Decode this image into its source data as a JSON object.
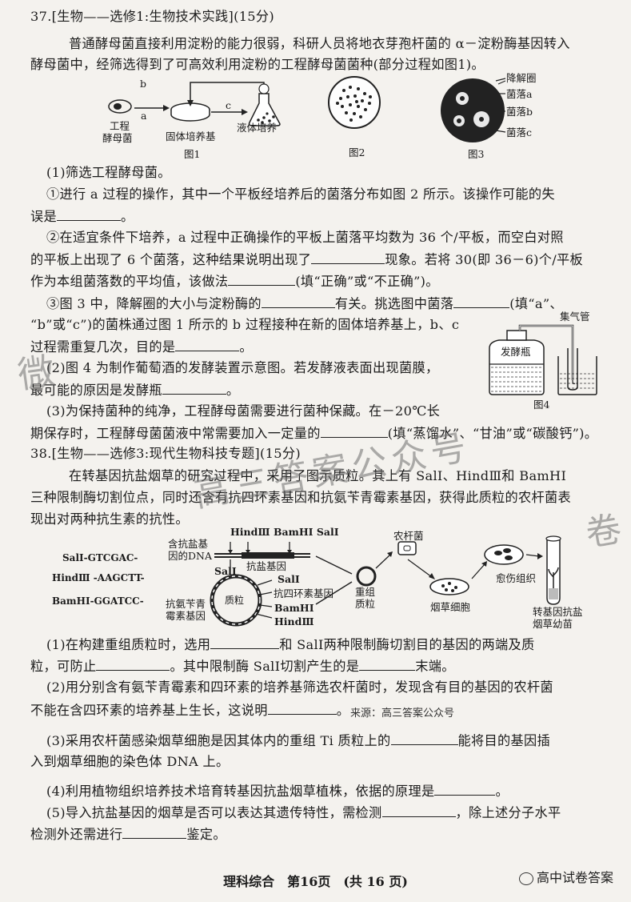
{
  "q37": {
    "heading": "37.[生物——选修1:生物技术实践](15分)",
    "intro1": "普通酵母菌直接利用淀粉的能力很弱，科研人员将地衣芽孢杆菌的 α－淀粉酶基因转入",
    "intro2": "酵母菌中，经筛选得到了可高效利用淀粉的工程酵母菌菌种(部分过程如图1)。",
    "fig1": {
      "label_a": "a",
      "label_b": "b",
      "label_c": "c",
      "yeast": "工程\n酵母菌",
      "yeast1": "工程",
      "yeast2": "酵母菌",
      "solid": "固体培养基",
      "liquid": "液体培养",
      "caption": "图1"
    },
    "fig2": {
      "caption": "图2"
    },
    "fig3": {
      "caption": "图3",
      "label_ring": "降解圈",
      "label_a": "菌落a",
      "label_b": "菌落b",
      "label_c": "菌落c"
    },
    "p1": "(1)筛选工程酵母菌。",
    "p1_1a": "①进行 a 过程的操作，其中一个平板经培养后的菌落分布如图 2 所示。该操作可能的失",
    "p1_1b": "误是",
    "p1_1b_end": "。",
    "p1_2a": "②在适宜条件下培养，a 过程中正确操作的平板上菌落平均数为 36 个/平板，而空白对照",
    "p1_2b_pre": "的平板上出现了 6 个菌落，这种结果说明出现了",
    "p1_2b_post": "现象。若将 30(即 36－6)个/平板",
    "p1_2c_pre": "作为本组菌落数的平均值，该做法",
    "p1_2c_post": "(填“正确”或“不正确”)。",
    "p1_3a_pre": "③图 3 中，降解圈的大小与淀粉酶的",
    "p1_3a_mid": "有关。挑选图中菌落",
    "p1_3a_post": "(填“a”、",
    "p1_3b": "“b”或“c”)的菌株通过图 1 所示的 b 过程接种在新的固体培养基上，b、c",
    "p1_3c_pre": "过程需重复几次，目的是",
    "p1_3c_post": "。",
    "p2a": "(2)图 4 为制作葡萄酒的发酵装置示意图。若发酵液表面出现菌膜，",
    "p2b_pre": "最可能的原因是发酵瓶",
    "p2b_post": "。",
    "p3a": "(3)为保持菌种的纯净，工程酵母菌需要进行菌种保藏。在－20℃长",
    "p3b_pre": "期保存时，工程酵母菌菌液中常需要加入一定量的",
    "p3b_post": "(填“蒸馏水”、“甘油”或“碳酸钙”)。",
    "fig4": {
      "caption": "图4",
      "label_bottle": "发酵瓶",
      "label_tube": "集气管"
    }
  },
  "q38": {
    "heading": "38.[生物——选修3:现代生物科技专题](15分)",
    "intro1": "在转基因抗盐烟草的研究过程中，采用了图示质粒。其上有 SalⅠ、HindⅢ和 BamHⅠ",
    "intro2": "三种限制酶切割位点，同时还含有抗四环素基因和抗氨苄青霉素基因，获得此质粒的农杆菌表",
    "intro3": "现出对两种抗生素的抗性。",
    "fig": {
      "sal_seq": "SalⅠ-GTCGAC-",
      "hind_seq": "HindⅢ -AAGCTT-",
      "bam_seq": "BamHⅠ-GGATCC-",
      "dna_label1": "含抗盐基",
      "dna_label2": "因的DNA",
      "top_sites": "HindⅢ BamHⅠ SalⅠ",
      "salt_gene": "抗盐基因",
      "sal_left": "SalⅠ",
      "plasmid": "质粒",
      "site_sal": "SalⅠ",
      "tet_gene": "抗四环素基因",
      "site_bam": "BamHⅠ",
      "site_hind": "HindⅢ",
      "amp1": "抗氨苄青",
      "amp2": "霉素基因",
      "recomb1": "重组",
      "recomb2": "质粒",
      "agro": "农杆菌",
      "tobacco_cell": "烟草细胞",
      "callus": "愈伤组织",
      "seedling1": "转基因抗盐",
      "seedling2": "烟草幼苗"
    },
    "p1a_pre": "(1)在构建重组质粒时，选用",
    "p1a_mid": "和 SalⅠ两种限制酶切割目的基因的两端及质",
    "p1b_pre": "粒，可防止",
    "p1b_mid": "。其中限制酶 SalⅠ切割产生的是",
    "p1b_post": "末端。",
    "p2a": "(2)用分别含有氨苄青霉素和四环素的培养基筛选农杆菌时，发现含有目的基因的农杆菌",
    "p2b_pre": "不能在含四环素的培养基上生长，这说明",
    "p2b_post": "。",
    "source": "来源：高三答案公众号",
    "p3a_pre": "(3)采用农杆菌感染烟草细胞是因其体内的重组 Ti 质粒上的",
    "p3a_post": "能将目的基因插",
    "p3b": "入到烟草细胞的染色体 DNA 上。",
    "p4_pre": "(4)利用植物组织培养技术培育转基因抗盐烟草植株，依据的原理是",
    "p4_post": "。",
    "p5a_pre": "(5)导入抗盐基因的烟草是否可以表达其遗传特性，需检测",
    "p5a_post": "，除上述分子水平",
    "p5b_pre": "检测外还需进行",
    "p5b_post": "鉴定。"
  },
  "footer": "理科综合　第16页　(共 16 页)",
  "watermark": {
    "left": "微",
    "mid": "高三答案公众号",
    "right": "卷",
    "corner": "高中试卷答案"
  }
}
